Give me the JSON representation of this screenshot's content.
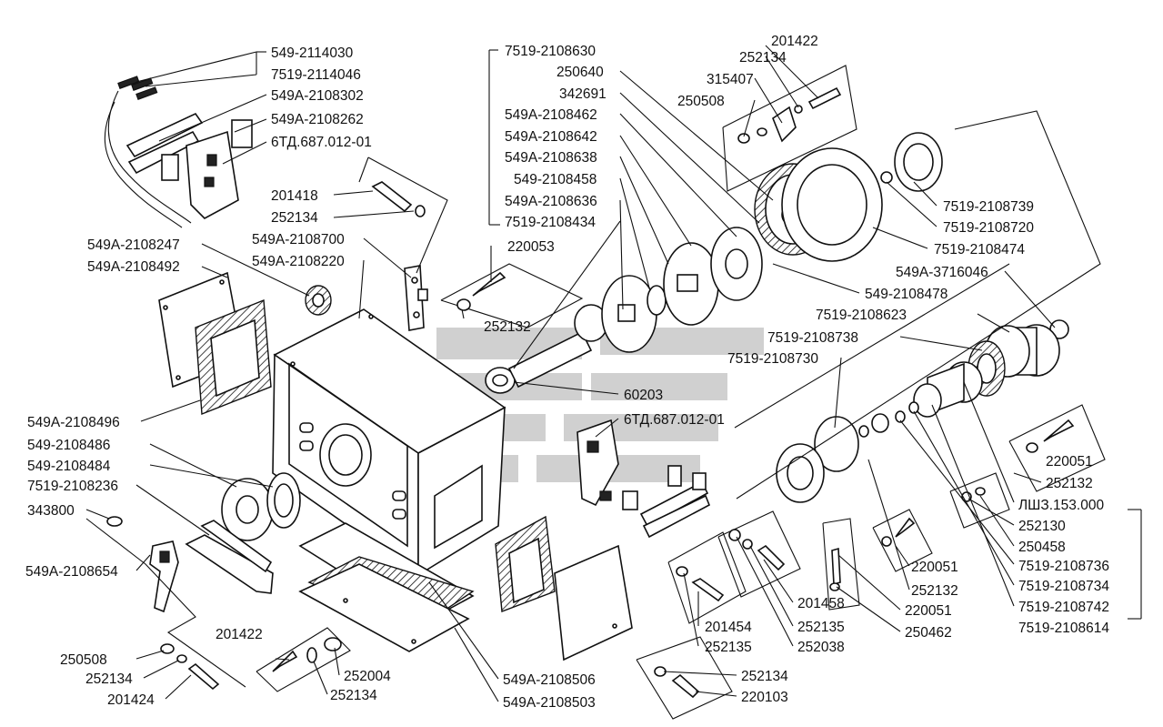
{
  "labels": {
    "l1": "549-2114030",
    "l2": "7519-2114046",
    "l3": "549А-2108302",
    "l4": "549А-2108262",
    "l5": "6ТД.687.012-01",
    "l6": "201418",
    "l7": "252134",
    "l8": "549А-2108700",
    "l9": "549А-2108220",
    "l10": "549А-2108247",
    "l11": "549А-2108492",
    "l12": "220053",
    "l13": "252132",
    "l14": "7519-2108630",
    "l15": "250640",
    "l16": "342691",
    "l17": "549А-2108462",
    "l18": "549А-2108642",
    "l19": "549А-2108638",
    "l20": "549-2108458",
    "l21": "549А-2108636",
    "l22": "7519-2108434",
    "l23": "201422",
    "l24": "252134",
    "l25": "315407",
    "l26": "250508",
    "l27": "7519-2108739",
    "l28": "7519-2108720",
    "l29": "7519-2108474",
    "l30": "549А-3716046",
    "l31": "549-2108478",
    "l32": "7519-2108623",
    "l33": "7519-2108738",
    "l34": "7519-2108730",
    "l35": "60203",
    "l36": "6ТД.687.012-01",
    "l37": "549А-2108496",
    "l38": "549-2108486",
    "l39": "549-2108484",
    "l40": "7519-2108236",
    "l41": "343800",
    "l42": "549А-2108654",
    "l43": "201422",
    "l44": "250508",
    "l45": "252134",
    "l46": "201424",
    "l47": "252004",
    "l48": "252134",
    "l49": "549А-2108506",
    "l50": "549А-2108503",
    "l51": "252134",
    "l52": "220103",
    "l53": "201454",
    "l54": "252135",
    "l55": "201458",
    "l56": "252135",
    "l57": "252038",
    "l58": "220051",
    "l59": "252132",
    "l60": "220051",
    "l61": "250462",
    "l62": "220051",
    "l63": "252132",
    "l64": "ЛШЗ.153.000",
    "l65": "252130",
    "l66": "250458",
    "l67": "7519-2108736",
    "l68": "7519-2108734",
    "l69": "7519-2108742",
    "l70": "7519-2108614"
  },
  "colors": {
    "ink": "#111111",
    "watermark": "#c8c8c8",
    "background": "#ffffff"
  }
}
